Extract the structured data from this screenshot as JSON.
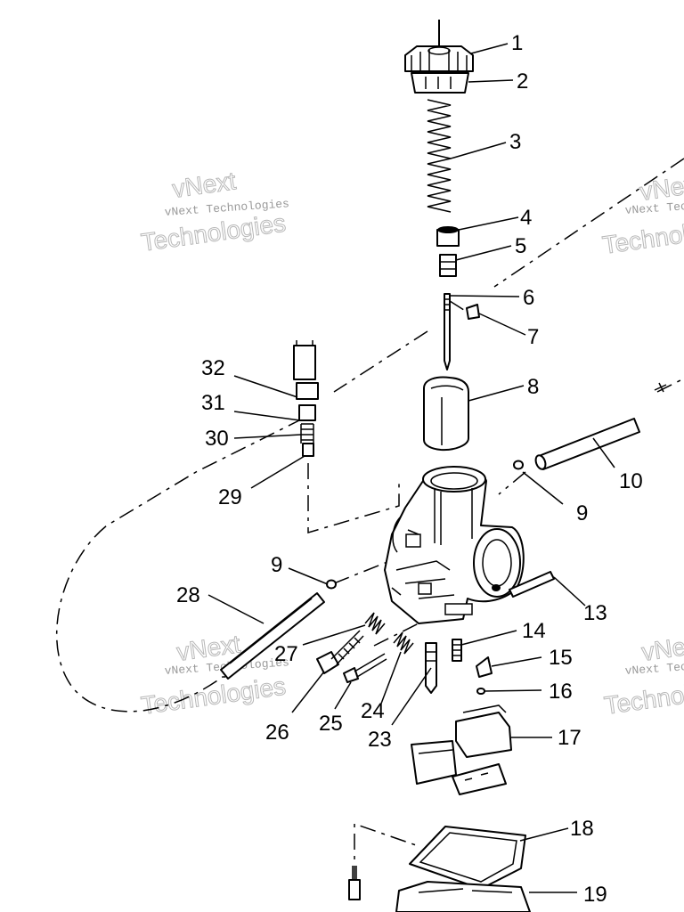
{
  "watermark": {
    "small_text": "vNext Technologies",
    "big_line1": "vNext",
    "big_line2": "Technologies"
  },
  "callouts": [
    "1",
    "2",
    "3",
    "4",
    "5",
    "6",
    "7",
    "8",
    "9",
    "10",
    "9",
    "13",
    "14",
    "15",
    "16",
    "17",
    "18",
    "19",
    "23",
    "24",
    "25",
    "26",
    "27",
    "28",
    "29",
    "30",
    "31",
    "32"
  ]
}
